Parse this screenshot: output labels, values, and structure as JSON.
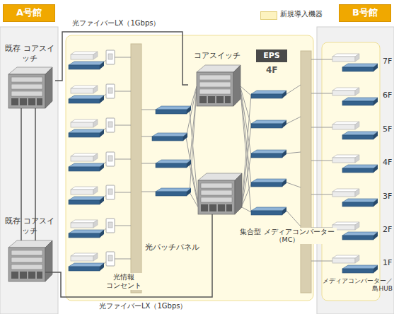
{
  "diagram": {
    "nodes": [
      {
        "text": [
          "A号館"
        ]
      },
      {
        "text": [
          "既存 コアスイッチ"
        ]
      },
      {
        "text": [
          "既存 コアスイッチ"
        ]
      },
      {
        "text": [
          "B号館"
        ]
      },
      {
        "text": [
          "コアスイッチ"
        ]
      },
      {
        "text": [
          "EPS"
        ]
      }
    ],
    "edges": [
      {
        "from": 1,
        "to": 4,
        "arrow": "none",
        "label": "光ファイバーLX（1Gbps）"
      }
    ],
    "labels": [
      "4F",
      "7F",
      "6F",
      "5F",
      "4F",
      "3F",
      "2F",
      "1F",
      "光パッチパネル",
      "光情報 コンセント",
      "集合型 メディアコンバーター（MC）",
      "メディアコンバーター／島HUB",
      "光ファイバーLX（1Gbps）"
    ],
    "legend": [
      {
        "text": "新規導入機器",
        "color": "#fdf3c0"
      }
    ]
  }
}
